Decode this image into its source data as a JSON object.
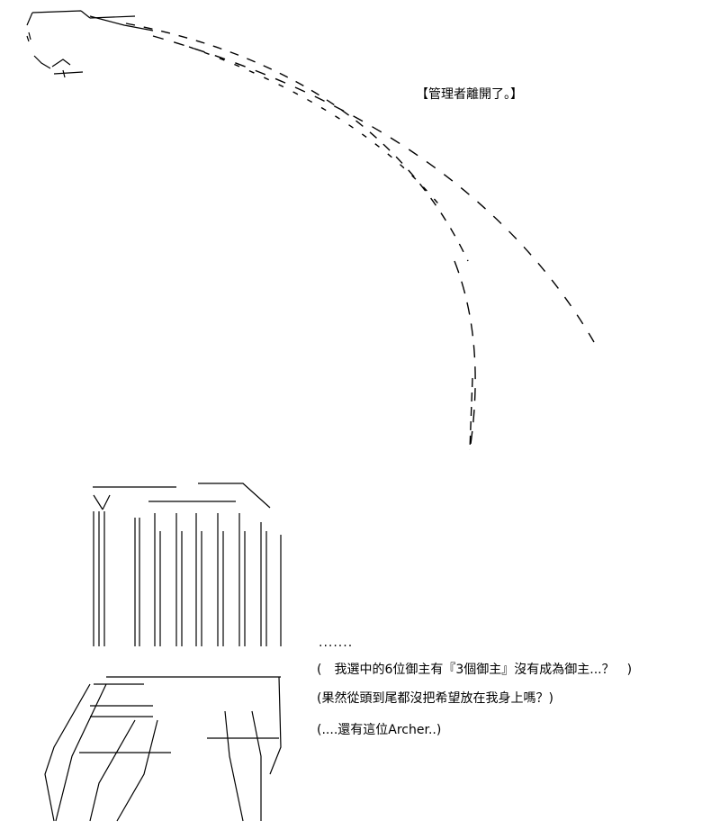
{
  "notice": "【管理者離開了。】",
  "monologue": {
    "line1": ".......",
    "line2": "(　我選中的6位御主有『3個御主』沒有成為御主...？　)",
    "line3": "(果然從頭到尾都沒把希望放在我身上嗎？)",
    "line4": "(....還有這位Archer..)"
  }
}
